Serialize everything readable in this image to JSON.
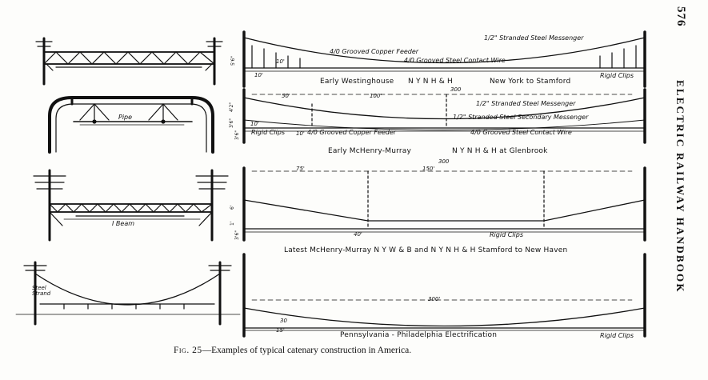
{
  "header": {
    "page_number": "576",
    "running_title": "ELECTRIC RAILWAY HANDBOOK"
  },
  "figure": {
    "caption_label": "Fig. 25",
    "caption_text": "—Examples of typical catenary construction in America."
  },
  "panels": [
    {
      "caption_left": "Early Westinghouse",
      "caption_mid": "N Y N H & H",
      "caption_right": "New York to Stamford",
      "labels": {
        "feeder": "4/0 Grooved Copper Feeder",
        "messenger": "1/2\" Stranded Steel Messenger",
        "contact": "4/0 Grooved Steel Contact Wire",
        "clips": "Rigid Clips",
        "dim_a": "10'",
        "dim_b": "10'",
        "dim_c": "5'6\""
      }
    },
    {
      "caption_left": "Early McHenry-Murray",
      "caption_mid": "N Y N H & H at Glenbrook",
      "labels": {
        "pipe": "Pipe",
        "span1": "50'",
        "span2": "100'",
        "span_total": "300",
        "messenger": "1/2\" Stranded Steel Messenger",
        "secondary": "1/2\" Stranded Steel Secondary Messenger",
        "feeder": "4/0 Grooved Copper Feeder",
        "contact": "4/0 Grooved Steel Contact Wire",
        "clips": "Rigid Clips",
        "dim_a": "10'",
        "dim_b": "10'",
        "dim_h1": "4'2\"",
        "dim_h2": "3'6\"",
        "dim_h3": "3'6\""
      }
    },
    {
      "caption": "Latest McHenry-Murray   N Y W & B and N Y N H & H   Stamford to New Haven",
      "labels": {
        "beam": "I Beam",
        "span1": "75'",
        "span2": "150'",
        "span_total": "300",
        "clips": "Rigid Clips",
        "dim_a": "40'",
        "dim_h1": "6'",
        "dim_h2": "1'",
        "dim_h3": "3'6\""
      }
    },
    {
      "caption": "Pennsylvania - Philadelphia Electrification",
      "labels": {
        "strand": "Steel Strand",
        "span": "300'",
        "dim_a": "30",
        "dim_b": "15'",
        "clips": "Rigid Clips"
      }
    }
  ]
}
